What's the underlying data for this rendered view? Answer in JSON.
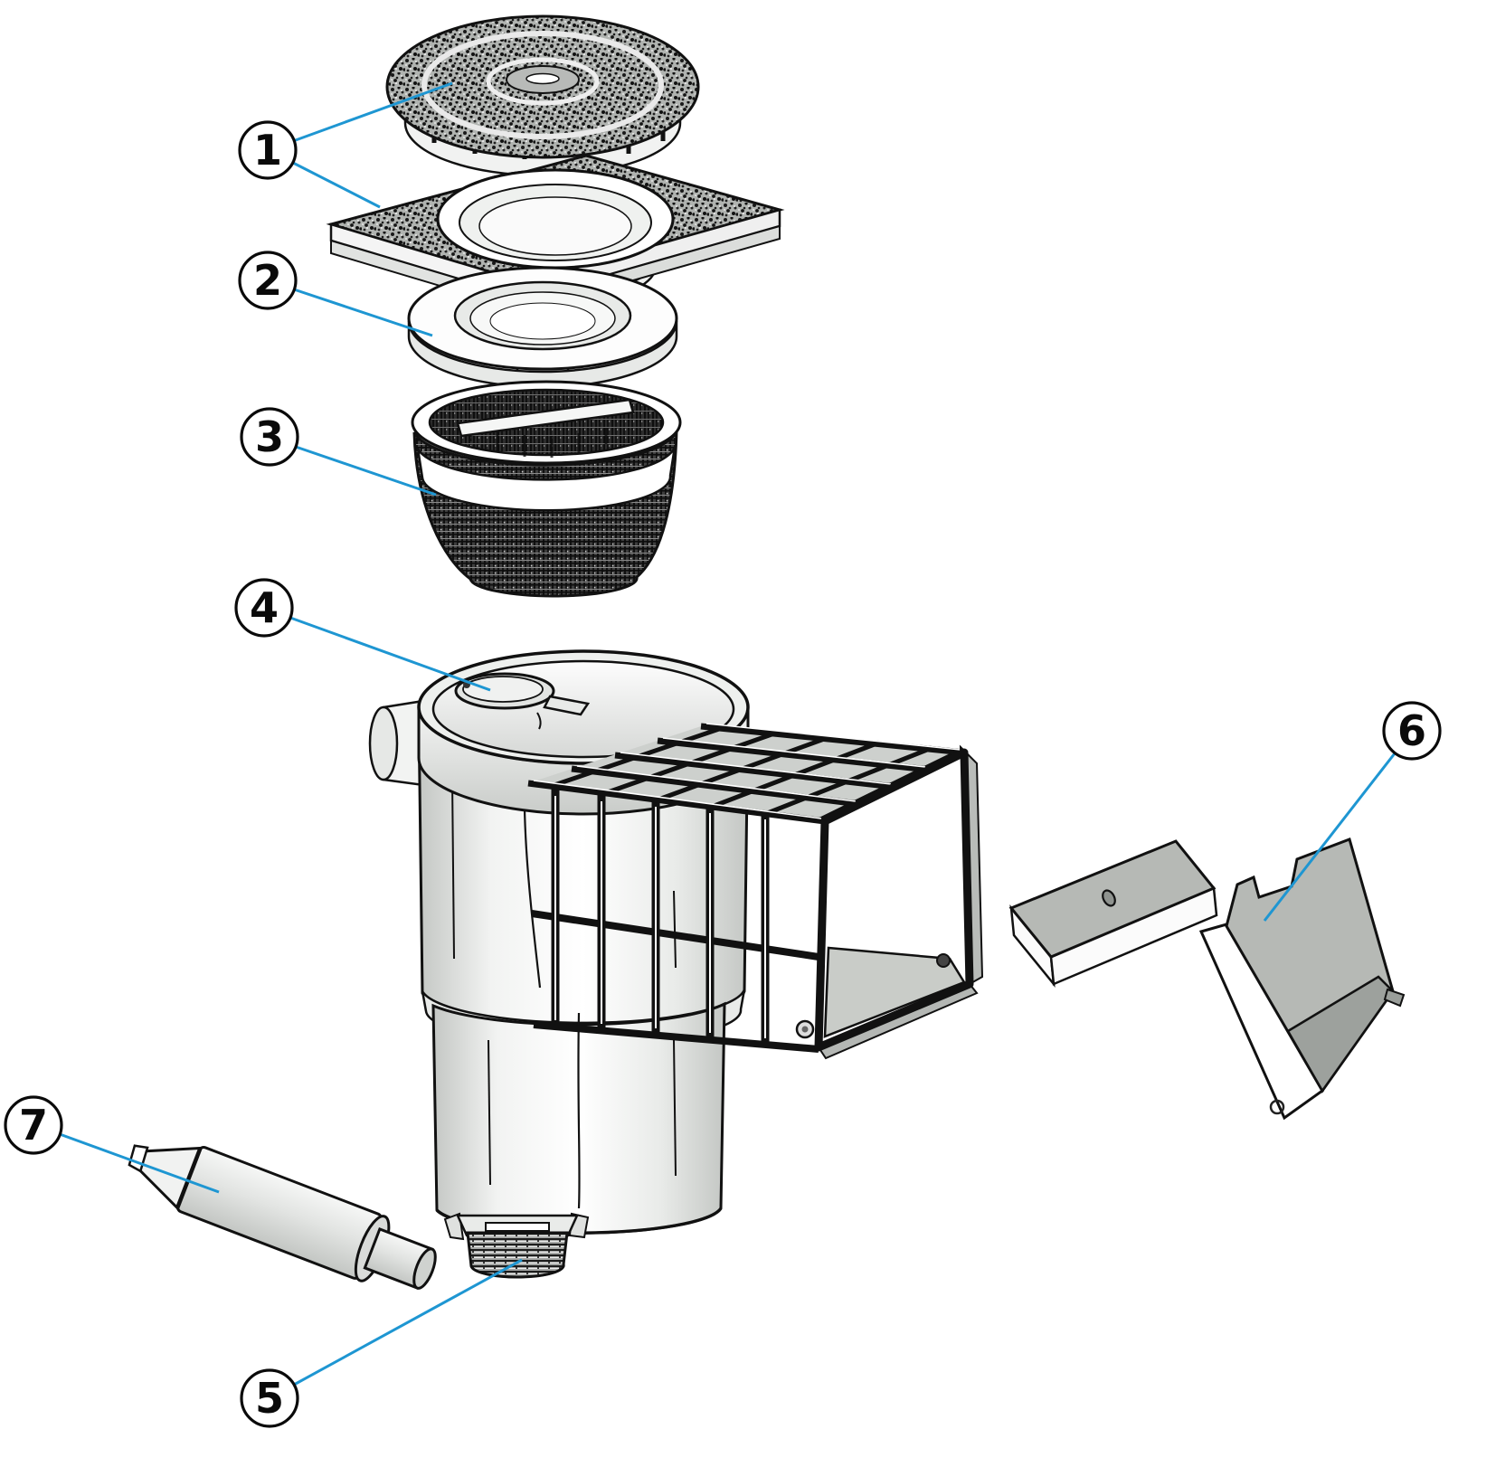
{
  "diagram": {
    "kind": "exploded-parts-diagram",
    "background": "#ffffff",
    "leader_color": "#1E96D2",
    "line_color": "#111111",
    "callouts": [
      {
        "label": "1"
      },
      {
        "label": "2"
      },
      {
        "label": "3"
      },
      {
        "label": "4"
      },
      {
        "label": "5"
      },
      {
        "label": "6"
      },
      {
        "label": "7"
      }
    ]
  }
}
